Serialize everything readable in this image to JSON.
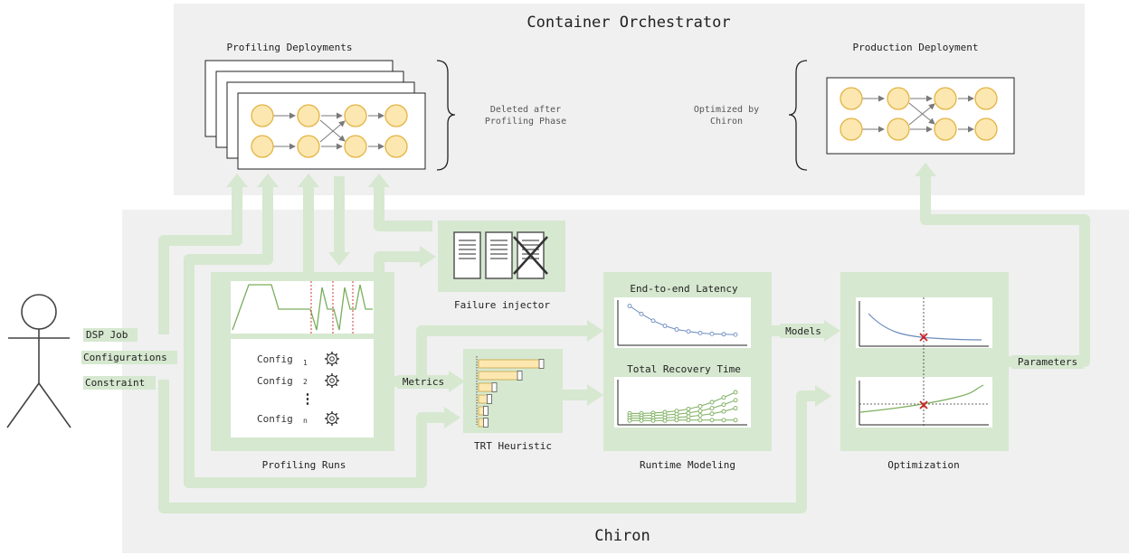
{
  "regions": {
    "orchestrator_title": "Container Orchestrator",
    "chiron_title": "Chiron"
  },
  "orchestrator": {
    "profiling_deployments_title": "Profiling Deployments",
    "deleted_note": [
      "Deleted after",
      "Profiling Phase"
    ],
    "optimized_note": [
      "Optimized by",
      "Chiron"
    ],
    "production_deployment_title": "Production Deployment"
  },
  "actor": {
    "inputs": [
      "DSP Job",
      "Configurations",
      "Constraint"
    ]
  },
  "profiling_runs": {
    "label": "Profiling Runs",
    "configs": [
      {
        "text": "Config",
        "sub": "1"
      },
      {
        "text": "Config",
        "sub": "2"
      },
      {
        "text": "Config",
        "sub": "n"
      }
    ],
    "ellipsis": "⋮"
  },
  "failure_injector": {
    "label": "Failure injector"
  },
  "trt_heuristic": {
    "label": "TRT Heuristic",
    "bars": [
      0.85,
      0.55,
      0.2,
      0.13,
      0.08,
      0.08
    ]
  },
  "flow_labels": {
    "metrics": "Metrics",
    "models": "Models",
    "parameters": "Parameters"
  },
  "runtime_modeling": {
    "label": "Runtime Modeling",
    "latency_title": "End-to-end Latency",
    "recovery_title": "Total Recovery Time"
  },
  "optimization": {
    "label": "Optimization"
  },
  "colors": {
    "green_path": "#d6e8d0",
    "green_panel": "#d6e8d0",
    "gray_region": "#f0f0f0",
    "node_fill": "#fde7b0",
    "node_stroke": "#e2b444",
    "latency_curve": "#6b8cbf",
    "recovery_curve": "#7aad5c",
    "marker": "#cc2222"
  },
  "chart_data": [
    {
      "type": "scatter",
      "title": "End-to-end Latency",
      "x": [
        1,
        2,
        3,
        4,
        5,
        6,
        7,
        8,
        9,
        10
      ],
      "series": [
        {
          "values": [
            0.92,
            0.72,
            0.55,
            0.42,
            0.33,
            0.28,
            0.24,
            0.22,
            0.21,
            0.2
          ]
        }
      ],
      "xlim": [
        0,
        11
      ],
      "ylim": [
        0,
        1
      ]
    },
    {
      "type": "scatter",
      "title": "Total Recovery Time",
      "x": [
        1,
        2,
        3,
        4,
        5,
        6,
        7,
        8,
        9,
        10
      ],
      "series": [
        {
          "values": [
            0.22,
            0.22,
            0.23,
            0.25,
            0.28,
            0.33,
            0.4,
            0.5,
            0.62,
            0.75
          ]
        },
        {
          "values": [
            0.16,
            0.16,
            0.17,
            0.18,
            0.2,
            0.23,
            0.28,
            0.35,
            0.44,
            0.55
          ]
        },
        {
          "values": [
            0.1,
            0.1,
            0.1,
            0.11,
            0.12,
            0.14,
            0.17,
            0.21,
            0.27,
            0.35
          ]
        },
        {
          "values": [
            0.04,
            0.04,
            0.04,
            0.04,
            0.05,
            0.05,
            0.05,
            0.05,
            0.05,
            0.05
          ]
        }
      ],
      "xlim": [
        0,
        11
      ],
      "ylim": [
        0,
        1
      ]
    }
  ]
}
